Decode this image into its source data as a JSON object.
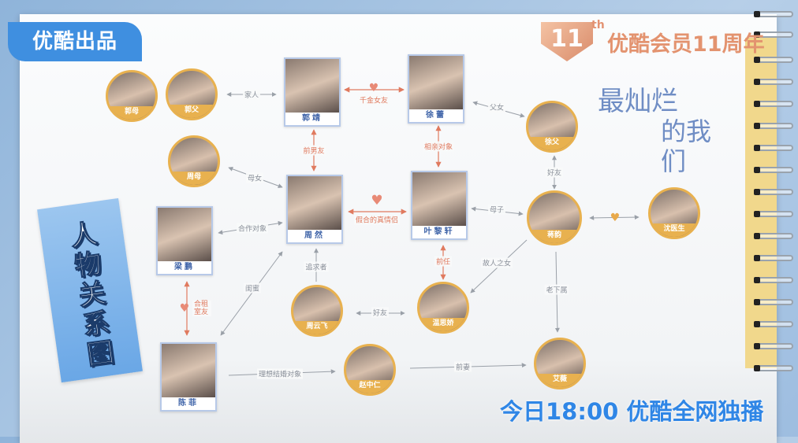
{
  "brand": "优酷出品",
  "anniversary": {
    "number": "11",
    "suffix": "th",
    "text": "优酷会员11周年"
  },
  "show_title": {
    "line1": "最灿烂",
    "line2": "的我们"
  },
  "diagram_title": "人物关系图",
  "broadcast": "今日18:00 优酷全网独播",
  "characters": {
    "guo_mu": "郭母",
    "guo_fu": "郭父",
    "guo_jing": "郭靖",
    "xu_lei": "徐蕾",
    "xu_fu": "徐父",
    "zhou_mu": "周母",
    "zhou_ran": "周然",
    "ye_lixuan": "叶黎轩",
    "jiang_yun": "蒋韵",
    "shen_yisheng": "沈医生",
    "liang_peng": "梁鹏",
    "zhou_yunfei": "周云飞",
    "wen_sijiao": "温思娇",
    "chen_fei": "陈菲",
    "zhao_zhongren": "赵中仁",
    "ai_wei": "艾薇"
  },
  "relations": {
    "family": "家人",
    "rich_girlfriend": "千金女友",
    "father_daughter": "父女",
    "ex_boyfriend": "前男友",
    "blind_date": "相亲对象",
    "mother_daughter": "母女",
    "fake_real_couple": "假合的真情侣",
    "mother_son": "母子",
    "good_friend_1": "好友",
    "partner": "合作对象",
    "roommate": "合租室友",
    "bestie": "闺蜜",
    "suitor": "追求者",
    "good_friend_2": "好友",
    "ex": "前任",
    "old_friend_daughter": "故人之女",
    "subordinate": "老下属",
    "ideal_spouse": "理想结婚对象",
    "ex_wife": "前妻"
  },
  "colors": {
    "accent_blue": "#3f8fe0",
    "orange": "#e07a5f",
    "gold": "#e8b14f"
  }
}
